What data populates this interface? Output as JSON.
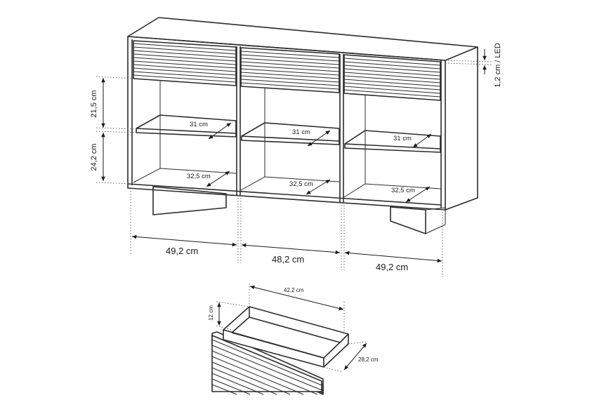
{
  "labels": {
    "width_left": "49,2 cm",
    "width_middle": "48,2 cm",
    "width_right": "49,2 cm",
    "height_upper": "21,5 cm",
    "height_lower": "24,2 cm",
    "led": "1,2 cm / LED",
    "depth_shelf_left": "31 cm",
    "depth_shelf_mid": "31 cm",
    "depth_shelf_right": "31 cm",
    "depth_bottom_left": "32,5 cm",
    "depth_bottom_mid": "32,5 cm",
    "depth_bottom_right": "32,5 cm",
    "drawer_width": "42,2 cm",
    "drawer_height": "12 cm",
    "drawer_depth": "28,2 cm"
  },
  "colors": {
    "line": "#2b2b2b",
    "background": "#ffffff"
  }
}
